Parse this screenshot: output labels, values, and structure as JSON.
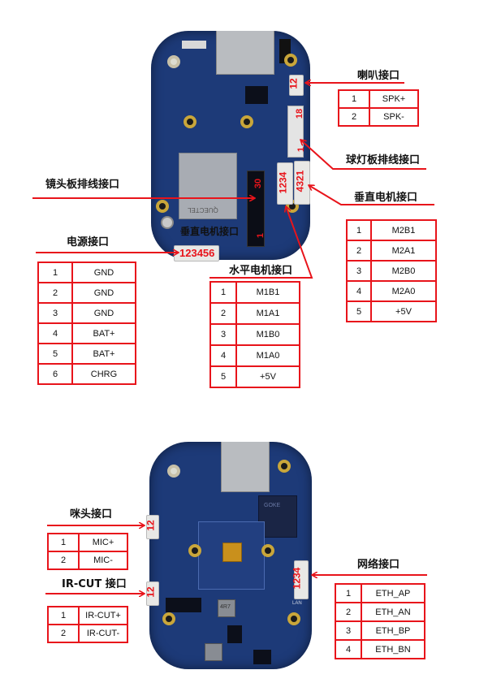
{
  "top_board": {
    "connector_marks": {
      "speaker": "12",
      "ball_light_ribbon_end": "18",
      "ball_light_ribbon_start": "1",
      "lens_ribbon_end": "30",
      "lens_ribbon_start": "1",
      "horizontal_motor": "1234",
      "vertical_motor": "4321",
      "power": "123456"
    },
    "module_brand": "QUECTEL",
    "overlay_label": "垂直电机接口"
  },
  "bottom_board": {
    "connector_marks": {
      "mic": "12",
      "ircut": "12",
      "network": "1234"
    },
    "chip_brand": "GOKE",
    "inductor_label": "4R7",
    "lan_silk": "LAN"
  },
  "sections": {
    "speaker": {
      "title": "喇叭接口",
      "pins": [
        {
          "num": "1",
          "name": "SPK+"
        },
        {
          "num": "2",
          "name": "SPK-"
        }
      ]
    },
    "ball_light_ribbon": {
      "title": "球灯板排线接口"
    },
    "lens_ribbon": {
      "title": "镜头板排线接口"
    },
    "vertical_motor": {
      "title": "垂直电机接口",
      "pins": [
        {
          "num": "1",
          "name": "M2B1"
        },
        {
          "num": "2",
          "name": "M2A1"
        },
        {
          "num": "3",
          "name": "M2B0"
        },
        {
          "num": "4",
          "name": "M2A0"
        },
        {
          "num": "5",
          "name": "+5V"
        }
      ]
    },
    "power": {
      "title": "电源接口",
      "pins": [
        {
          "num": "1",
          "name": "GND"
        },
        {
          "num": "2",
          "name": "GND"
        },
        {
          "num": "3",
          "name": "GND"
        },
        {
          "num": "4",
          "name": "BAT+"
        },
        {
          "num": "5",
          "name": "BAT+"
        },
        {
          "num": "6",
          "name": "CHRG"
        }
      ]
    },
    "horizontal_motor": {
      "title": "水平电机接口",
      "pins": [
        {
          "num": "1",
          "name": "M1B1"
        },
        {
          "num": "2",
          "name": "M1A1"
        },
        {
          "num": "3",
          "name": "M1B0"
        },
        {
          "num": "4",
          "name": "M1A0"
        },
        {
          "num": "5",
          "name": "+5V"
        }
      ]
    },
    "mic": {
      "title": "咪头接口",
      "pins": [
        {
          "num": "1",
          "name": "MIC+"
        },
        {
          "num": "2",
          "name": "MIC-"
        }
      ]
    },
    "ircut": {
      "title": "IR-CUT 接口",
      "pins": [
        {
          "num": "1",
          "name": "IR-CUT+"
        },
        {
          "num": "2",
          "name": "IR-CUT-"
        }
      ]
    },
    "network": {
      "title": "网络接口",
      "pins": [
        {
          "num": "1",
          "name": "ETH_AP"
        },
        {
          "num": "2",
          "name": "ETH_AN"
        },
        {
          "num": "3",
          "name": "ETH_BP"
        },
        {
          "num": "4",
          "name": "ETH_BN"
        }
      ]
    }
  },
  "colors": {
    "accent_red": "#e8141b",
    "pcb_blue": "#1d3a78",
    "gold": "#c9a63a"
  }
}
